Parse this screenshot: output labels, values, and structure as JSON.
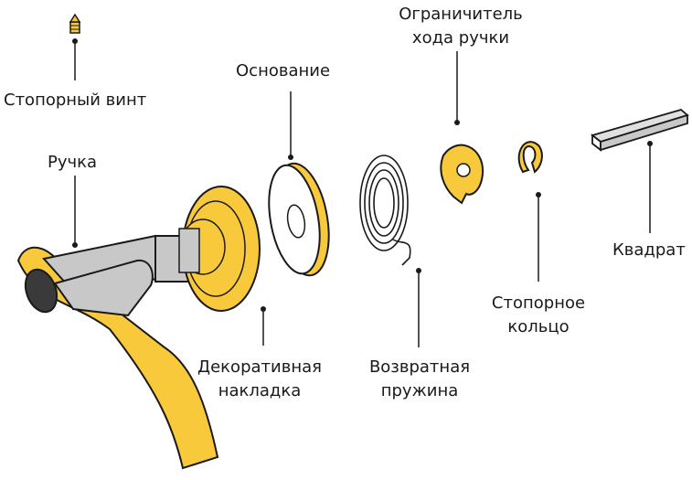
{
  "diagram": {
    "labels": {
      "set_screw": "Стопорный винт",
      "handle": "Ручка",
      "base": "Основание",
      "limiter_line1": "Ограничитель",
      "limiter_line2": "хода ручки",
      "decor_line1": "Декоративная",
      "decor_line2": "накладка",
      "spring_line1": "Возвратная",
      "spring_line2": "пружина",
      "ring_line1": "Стопорное",
      "ring_line2": "кольцо",
      "square": "Квадрат"
    },
    "colors": {
      "accent": "#F9C93C",
      "outline": "#1a1a1a",
      "metal": "#C8C8C8",
      "white": "#FFFFFF"
    }
  }
}
